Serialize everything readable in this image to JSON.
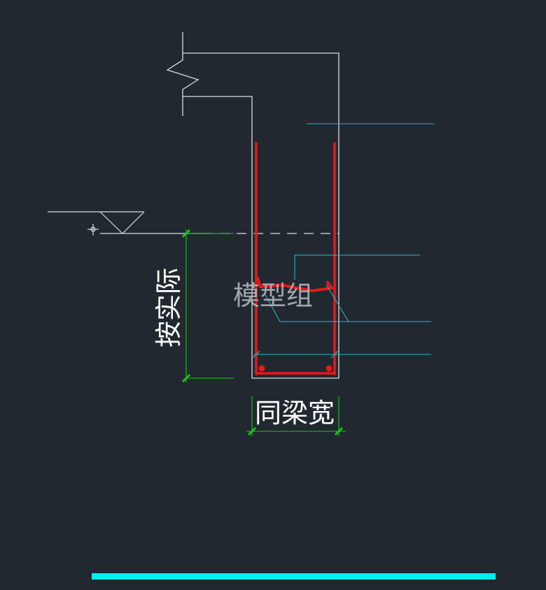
{
  "drawing": {
    "background_color": "#212830",
    "watermark": "模型组",
    "labels": {
      "vertical_dimension": "按实际",
      "horizontal_dimension": "同梁宽"
    },
    "colors": {
      "outline": "#d9dde2",
      "rebar": "#e81818",
      "dimension": "#22c41e",
      "leader": "#2ab7c4",
      "accent_bar": "#00f0f0"
    }
  }
}
